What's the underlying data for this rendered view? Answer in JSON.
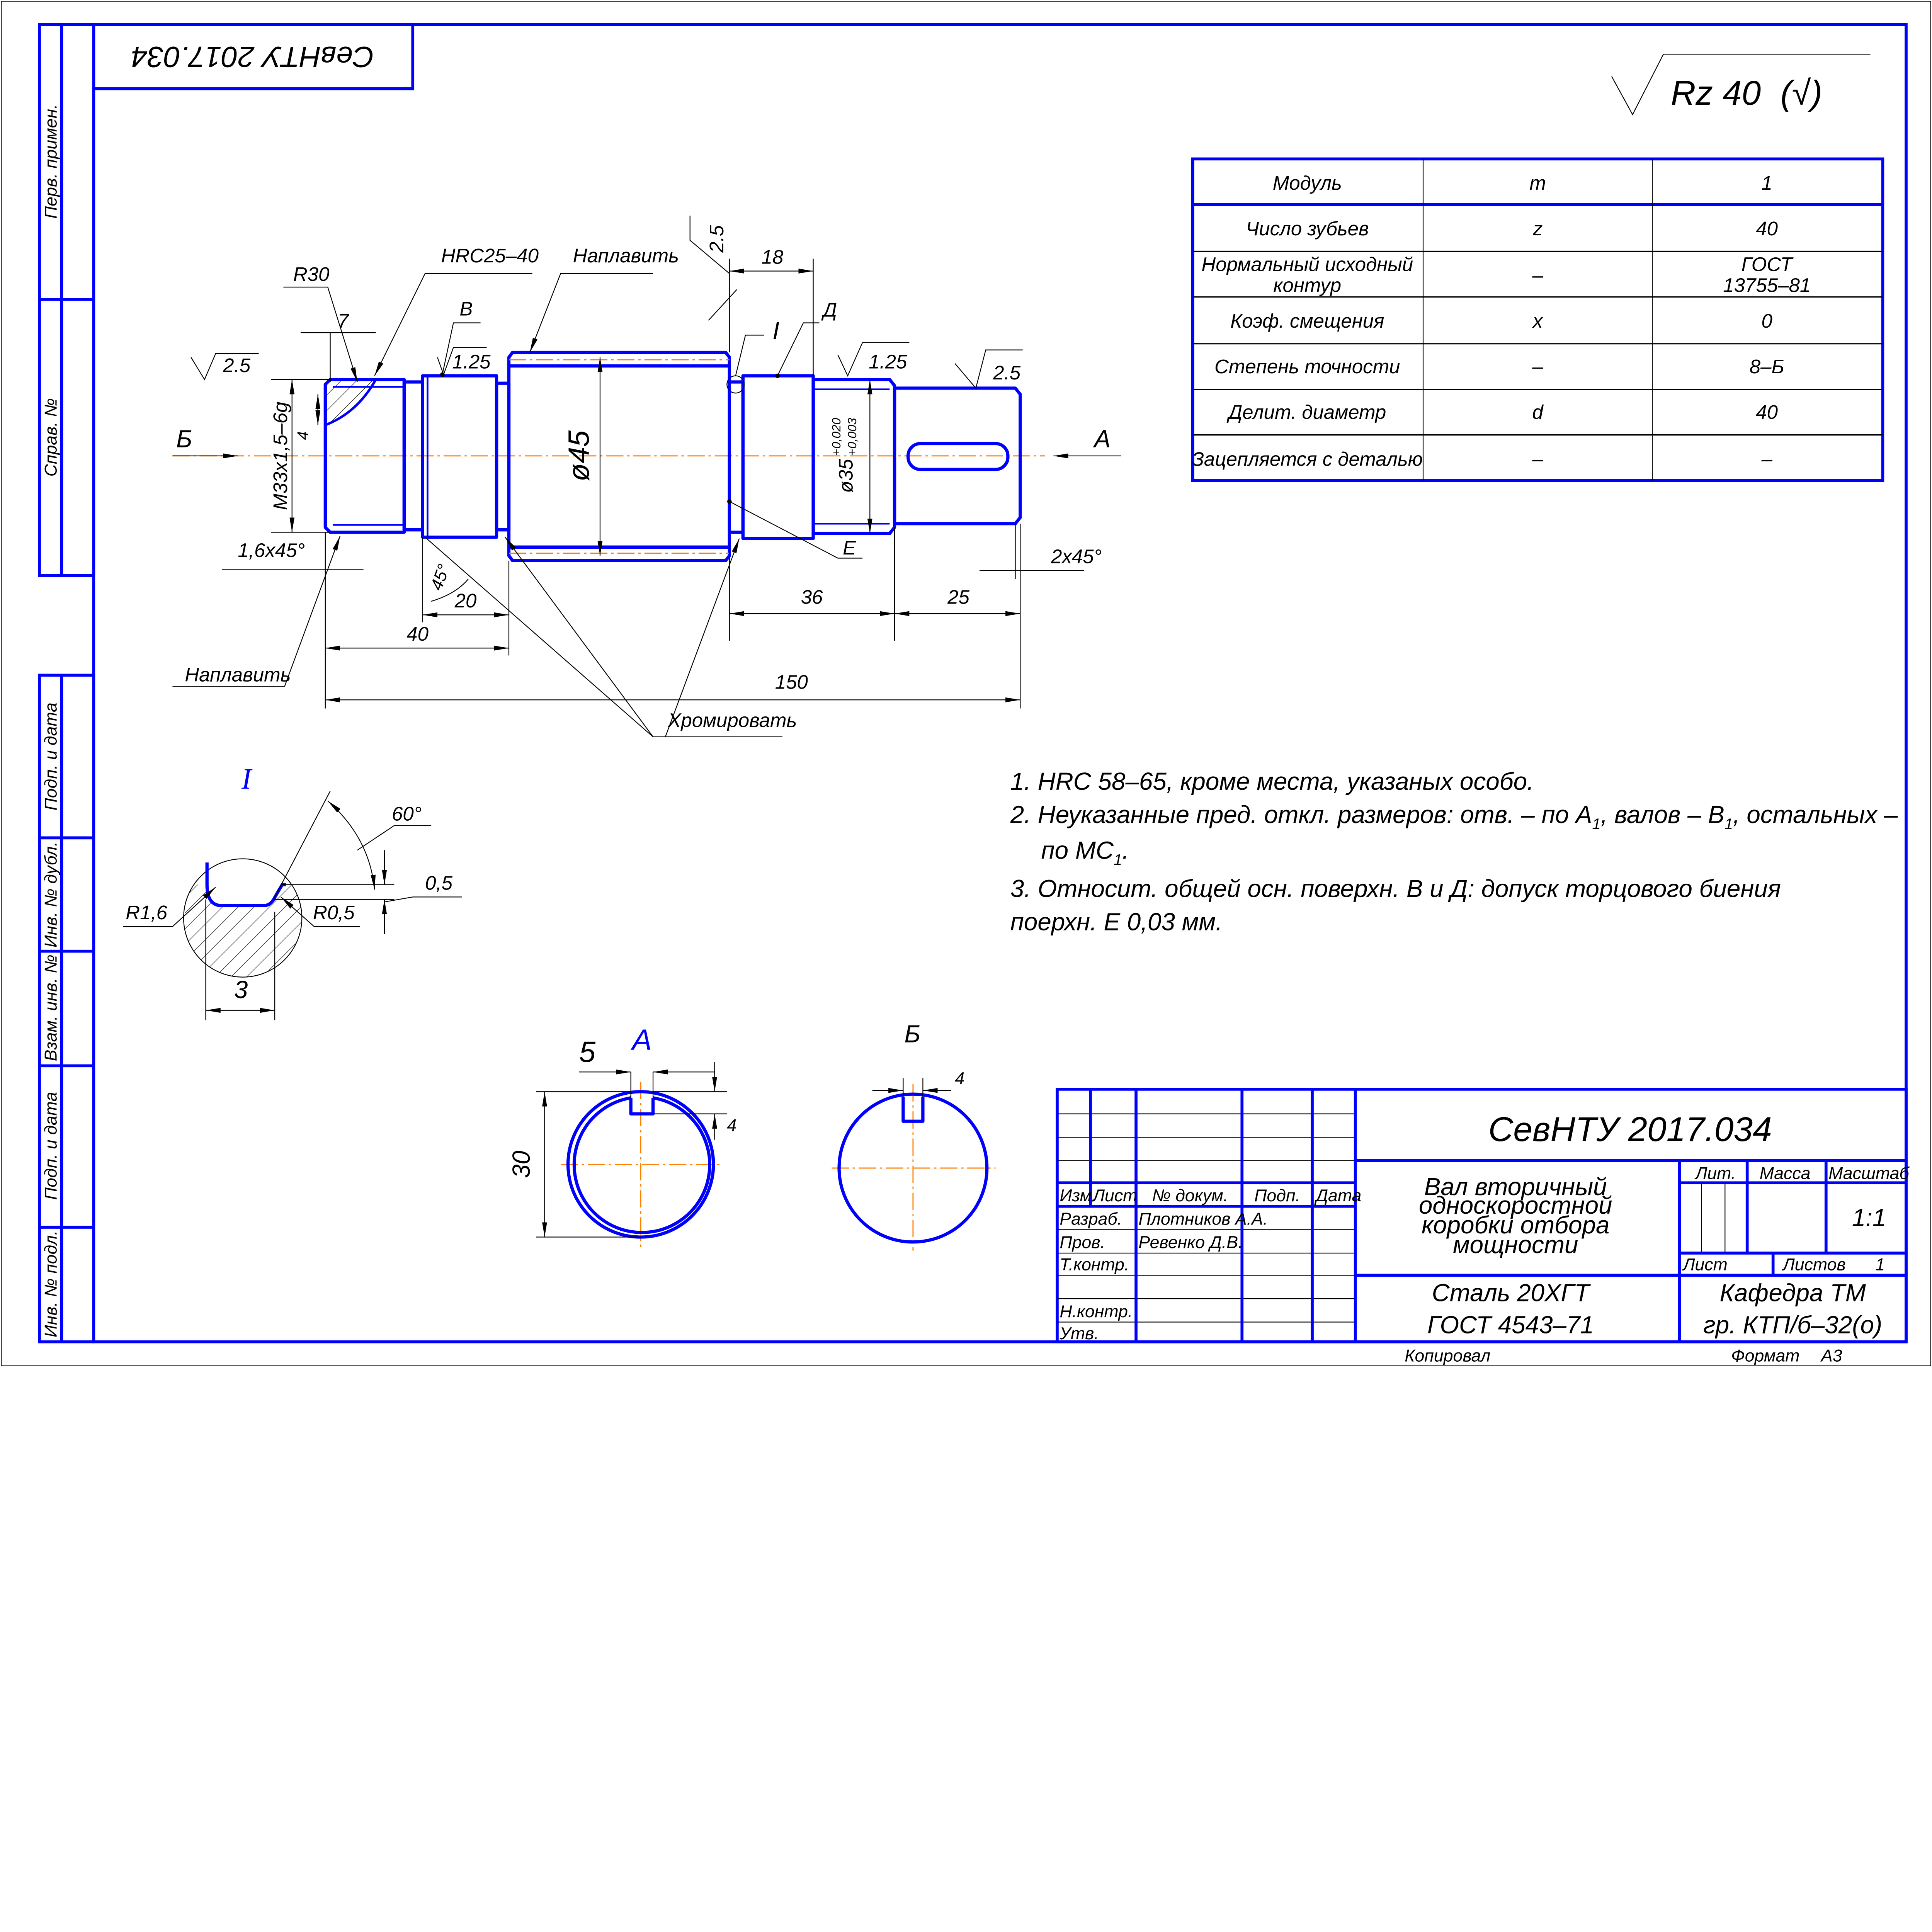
{
  "stamp_rotated": "СевНТУ 2017.034",
  "roughness_general": {
    "value": "Rz 40",
    "bracket": "(√)"
  },
  "left_strip": [
    "Перв. примен.",
    "Справ. №",
    "Подп. и дата",
    "Инв. № дубл.",
    "Взам. инв. №",
    "Подп. и дата",
    "Инв. № подл."
  ],
  "gear_table": [
    {
      "name": [
        "Модуль"
      ],
      "symbol": "m",
      "value": [
        "1"
      ]
    },
    {
      "name": [
        "Число зубьев"
      ],
      "symbol": "z",
      "value": [
        "40"
      ]
    },
    {
      "name": [
        "Нормальный исходный",
        "контур"
      ],
      "symbol": "–",
      "value": [
        "ГОСТ",
        "13755–81"
      ]
    },
    {
      "name": [
        "Коэф. смещения"
      ],
      "symbol": "x",
      "value": [
        "0"
      ]
    },
    {
      "name": [
        "Степень точности"
      ],
      "symbol": "–",
      "value": [
        "8–Б"
      ]
    },
    {
      "name": [
        "Делит. диаметр"
      ],
      "symbol": "d",
      "value": [
        "40"
      ]
    },
    {
      "name": [
        "Зацепляется с деталью"
      ],
      "symbol": "–",
      "value": [
        "–"
      ]
    }
  ],
  "drawing": {
    "r30": "R30",
    "hrc": "HRC25–40",
    "naplavit_top": "Наплавить",
    "naplavit_bottom": "Наплавить",
    "khromirovat": "Хромировать",
    "base_b": "В",
    "base_d": "Д",
    "surface_e": "Е",
    "detail_mark": "I",
    "rough_125_left": "1.25",
    "rough_125_right": "1.25",
    "rough_25_left": "2.5",
    "rough_25_top": "2.5",
    "rough_25_right": "2.5",
    "dim_7": "7",
    "dim_18": "18",
    "dim_4": "4",
    "thread": "M33x1,5–6g",
    "dia45": "ø45",
    "dia35": "ø35",
    "dia35_upper": "+0,020",
    "dia35_lower": "+0,003",
    "chamfer_left": "1,6x45°",
    "chamfer_right": "2x45°",
    "angle45": "45°",
    "dim_20": "20",
    "dim_40": "40",
    "dim_36": "36",
    "dim_25": "25",
    "dim_150": "150",
    "view_b": "Б",
    "view_a": "А"
  },
  "detail": {
    "title": "I",
    "angle": "60°",
    "depth": "0,5",
    "r_left": "R1,6",
    "r_right": "R0,5",
    "width": "3"
  },
  "sections": {
    "a_title": "А",
    "a_key_width": "5",
    "a_key_depth": "4",
    "a_dim": "30",
    "b_title": "Б",
    "b_key_width": "4"
  },
  "notes": {
    "n1": "1. HRC 58–65, кроме места, указаных особо.",
    "n2_a": "2. Неуказанные пред. откл. размеров: отв. – по A",
    "n2_sub1": "1",
    "n2_b": ", валов – B",
    "n2_sub2": "1",
    "n2_c": ", остальных –",
    "n2_d": "по MC",
    "n2_sub3": "1",
    "n2_e": ".",
    "n3_a": "3. Относит. общей осн. поверхн. В и Д: допуск торцового биения",
    "n3_b": "поерхн. Е 0,03 мм."
  },
  "title_block": {
    "designation": "СевНТУ 2017.034",
    "part_name": [
      "Вал вторичный",
      "односкоростной",
      "коробки отбора",
      "мощности"
    ],
    "material": [
      "Сталь 20ХГТ",
      "ГОСТ 4543–71"
    ],
    "organization": [
      "Кафедра ТМ",
      "гр. КТП/б–32(о)"
    ],
    "headers": {
      "izm": "Изм.",
      "list": "Лист",
      "doc": "№ докум.",
      "sign": "Подп.",
      "date": "Дата"
    },
    "roles": {
      "razrab": "Разраб.",
      "prov": "Пров.",
      "tkontr": "Т.контр.",
      "nkontr": "Н.контр.",
      "utv": "Утв."
    },
    "people": {
      "razrab": "Плотников А.А.",
      "prov": "Ревенко Д.В."
    },
    "lit": "Лит.",
    "mass": "Масса",
    "scale_label": "Масштаб",
    "scale": "1:1",
    "sheet": "Лист",
    "sheets": "Листов",
    "sheets_count": "1",
    "copied": "Копировал",
    "format_label": "Формат",
    "format": "А3"
  }
}
